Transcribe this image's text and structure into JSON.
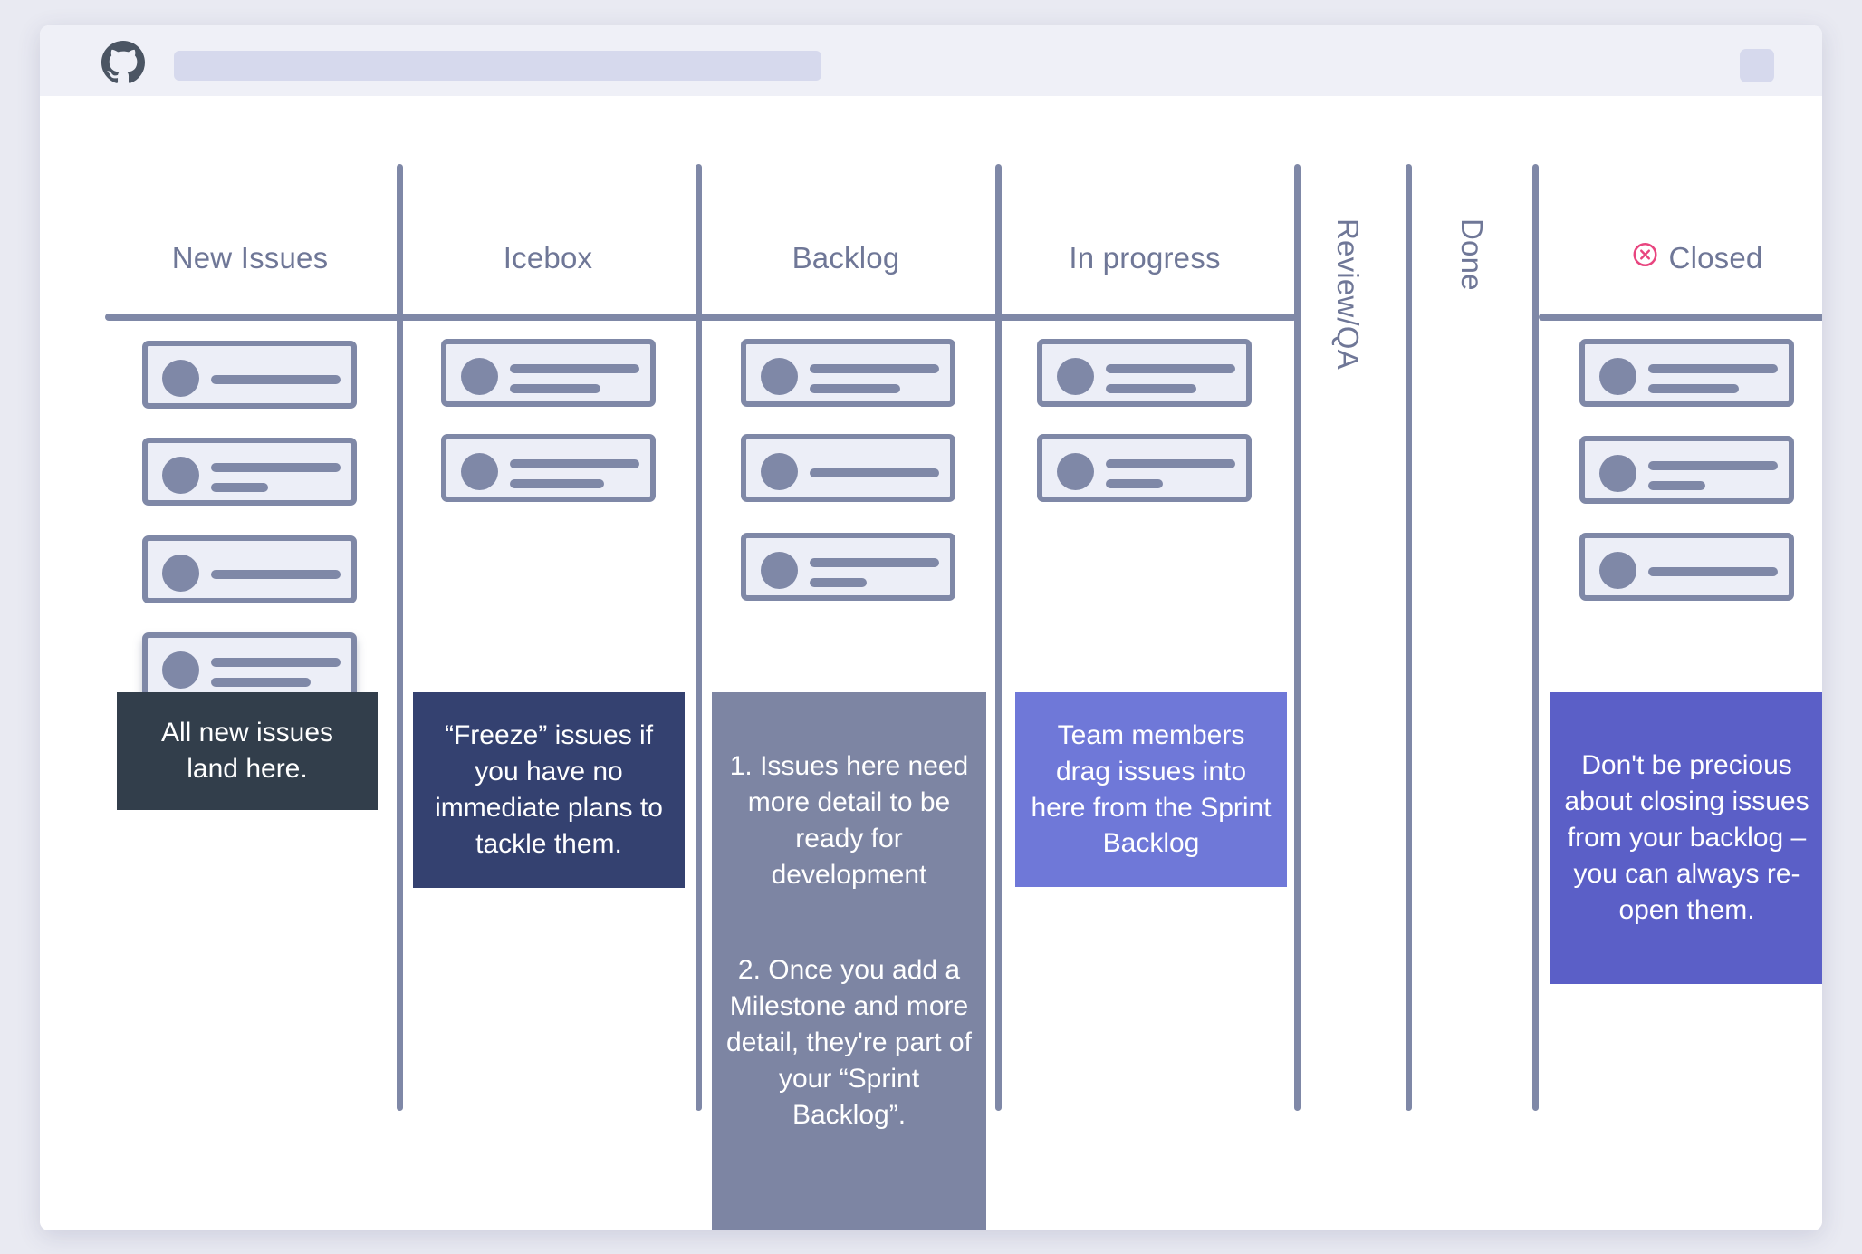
{
  "browser": {
    "logo_icon": "github-octocat-icon",
    "url_value": "",
    "url_placeholder": "",
    "avatar_icon": "avatar-placeholder-icon"
  },
  "board": {
    "columns": [
      {
        "id": "new-issues",
        "label": "New Issues",
        "orientation": "horizontal",
        "icon": null
      },
      {
        "id": "icebox",
        "label": "Icebox",
        "orientation": "horizontal",
        "icon": null
      },
      {
        "id": "backlog",
        "label": "Backlog",
        "orientation": "horizontal",
        "icon": null
      },
      {
        "id": "in-progress",
        "label": "In progress",
        "orientation": "horizontal",
        "icon": null
      },
      {
        "id": "review-qa",
        "label": "Review/QA",
        "orientation": "vertical",
        "icon": null
      },
      {
        "id": "done",
        "label": "Done",
        "orientation": "vertical",
        "icon": null
      },
      {
        "id": "closed",
        "label": "Closed",
        "orientation": "horizontal",
        "icon": "closed-circle-x-icon"
      }
    ],
    "notes": {
      "new_issues": "All new issues\nland here.",
      "icebox": "“Freeze” issues if you have no immediate plans to tackle them.",
      "backlog_1": "1. Issues here need more detail to be ready for development",
      "backlog_2": "2. Once you add a Milestone and more detail, they're part of your “Sprint Backlog”.",
      "in_progress": "Team members drag issues into here from the Sprint Backlog",
      "closed": "Don't be precious about closing issues from your backlog – you can always re-open them."
    }
  },
  "colors": {
    "accent_slate": "#7f88a7",
    "title_text": "#6f7797",
    "closed_icon": "#e8457f",
    "note_dark": "#323e4b",
    "note_navy": "#344170",
    "note_gray_purple": "#7d85a3",
    "note_purple": "#6f78d8",
    "note_purple_dark": "#5b5fc7",
    "card_fill": "#eceef7",
    "chrome_bg": "#eff0f7",
    "page_bg": "#e9eaf2"
  }
}
